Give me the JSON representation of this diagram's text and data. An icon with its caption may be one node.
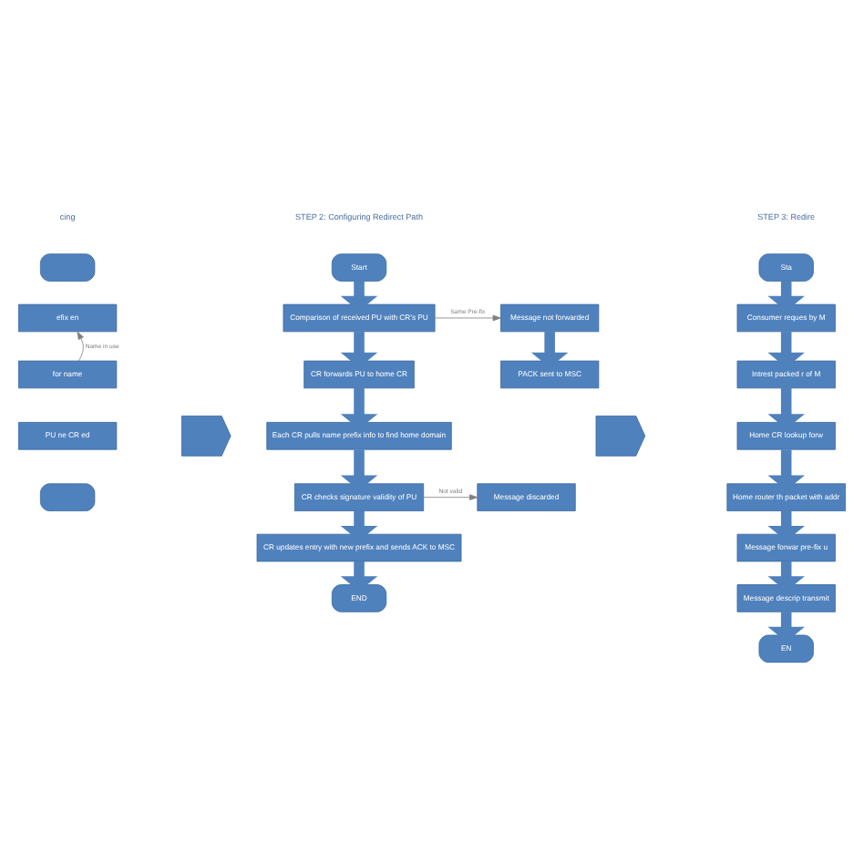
{
  "diagram": {
    "nodes": [
      {
        "text": [],
        "shape": "oval"
      },
      {
        "text": [
          "efix en"
        ]
      },
      {
        "text": [
          "for name"
        ]
      },
      {
        "text": [
          "PU ne CR ed"
        ]
      },
      {
        "text": [],
        "shape": "oval"
      },
      {
        "text": [],
        "shape": "arrow"
      },
      {
        "text": [
          "Start"
        ]
      },
      {
        "text": [
          "Comparison of received PU with CR’s PU"
        ]
      },
      {
        "text": [
          "Message not forwarded"
        ]
      },
      {
        "text": [
          "CR forwards PU to home CR"
        ]
      },
      {
        "text": [
          "PACK sent to MSC"
        ]
      },
      {
        "text": [
          "Each CR pulls name prefix info to find home domain"
        ]
      },
      {
        "text": [
          "CR checks signature validity of PU"
        ]
      },
      {
        "text": [
          "Message discarded"
        ]
      },
      {
        "text": [
          "CR updates entry with new prefix and sends ACK to MSC"
        ]
      },
      {
        "text": [
          "END"
        ]
      },
      {
        "text": [],
        "shape": "arrow"
      },
      {
        "text": [
          "Sta"
        ]
      },
      {
        "text": [
          "Consumer reques by M"
        ]
      },
      {
        "text": [
          "Intrest packed r of M"
        ]
      },
      {
        "text": [
          "Home CR lookup forw"
        ]
      },
      {
        "text": [
          "Home router th packet with addr"
        ]
      },
      {
        "text": [
          "Message forwar pre-fix u"
        ]
      },
      {
        "text": [
          "Message descrip transmit"
        ]
      },
      {
        "text": [
          "EN"
        ]
      }
    ],
    "edges": [
      {
        "from": 2,
        "to": 1,
        "arrow": "to",
        "label": "Name in use",
        "color": "#7f7f7f"
      },
      {
        "from": 6,
        "to": 7,
        "arrow": "to"
      },
      {
        "from": 7,
        "to": 8,
        "arrow": "to",
        "label": "Same Pre-fix",
        "color": "#7f7f7f"
      },
      {
        "from": 7,
        "to": 9,
        "arrow": "to"
      },
      {
        "from": 8,
        "to": 10,
        "arrow": "to"
      },
      {
        "from": 9,
        "to": 11,
        "arrow": "to"
      },
      {
        "from": 11,
        "to": 12,
        "arrow": "to"
      },
      {
        "from": 12,
        "to": 13,
        "arrow": "to",
        "label": "Not valid",
        "color": "#7f7f7f"
      },
      {
        "from": 12,
        "to": 14,
        "arrow": "to"
      },
      {
        "from": 14,
        "to": 15,
        "arrow": "to"
      },
      {
        "from": 17,
        "to": 18,
        "arrow": "to"
      },
      {
        "from": 18,
        "to": 19,
        "arrow": "to"
      },
      {
        "from": 19,
        "to": 20,
        "arrow": "to"
      },
      {
        "from": 20,
        "to": 21,
        "arrow": "to"
      },
      {
        "from": 21,
        "to": 22,
        "arrow": "to"
      },
      {
        "from": 22,
        "to": 23,
        "arrow": "to"
      },
      {
        "from": 23,
        "to": 24,
        "arrow": "to"
      }
    ],
    "labels": [
      "cing",
      "STEP 2: Configuring Redirect Path",
      "STEP 3: Redire"
    ]
  }
}
